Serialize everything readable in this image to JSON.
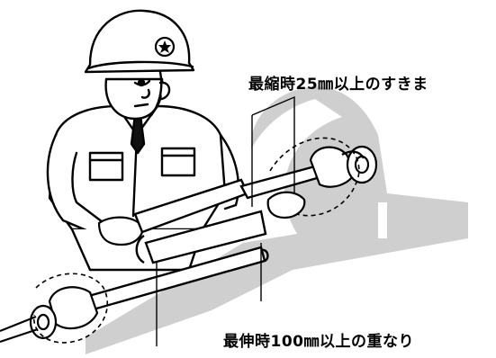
{
  "labels": {
    "min_clearance": "最縮時25㎜以上のすきま",
    "max_overlap": "最伸時100㎜以上の重なり"
  },
  "helmet_emblem": "star-emblem",
  "colors": {
    "ink": "#000000",
    "watermark": "#cfcfcf",
    "background": "#ffffff"
  }
}
